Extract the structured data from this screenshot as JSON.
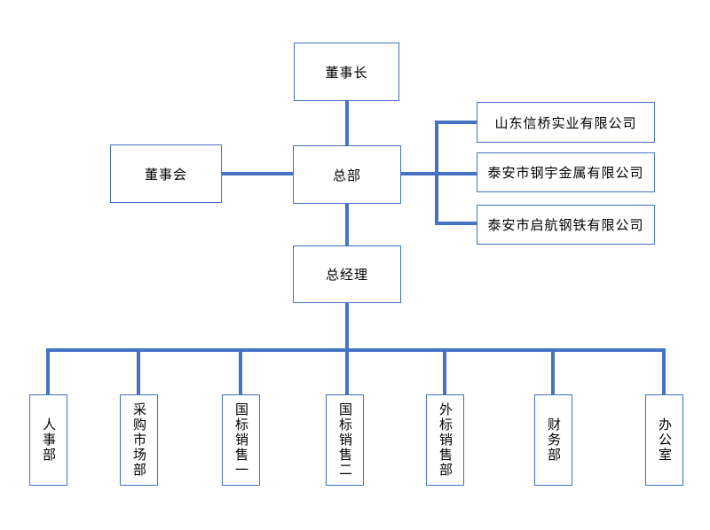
{
  "page": {
    "background": "#ffffff"
  },
  "org_chart": {
    "line_color": "#4472C4",
    "box_border_color": "#4472C4",
    "text_color": "#000000",
    "chairman": {
      "label": "董事长"
    },
    "board": {
      "label": "董事会"
    },
    "headquarters": {
      "label": "总部"
    },
    "general_manager": {
      "label": "总经理"
    },
    "subsidiaries": [
      {
        "label": "山东信桥实业有限公司"
      },
      {
        "label": "泰安市钢宇金属有限公司"
      },
      {
        "label": "泰安市启航钢铁有限公司"
      }
    ],
    "departments": [
      {
        "label": "人事部"
      },
      {
        "label": "采购市场部"
      },
      {
        "label": "国标销售一"
      },
      {
        "label": "国标销售二"
      },
      {
        "label": "外标销售部"
      },
      {
        "label": "财务部"
      },
      {
        "label": "办公室"
      }
    ]
  }
}
